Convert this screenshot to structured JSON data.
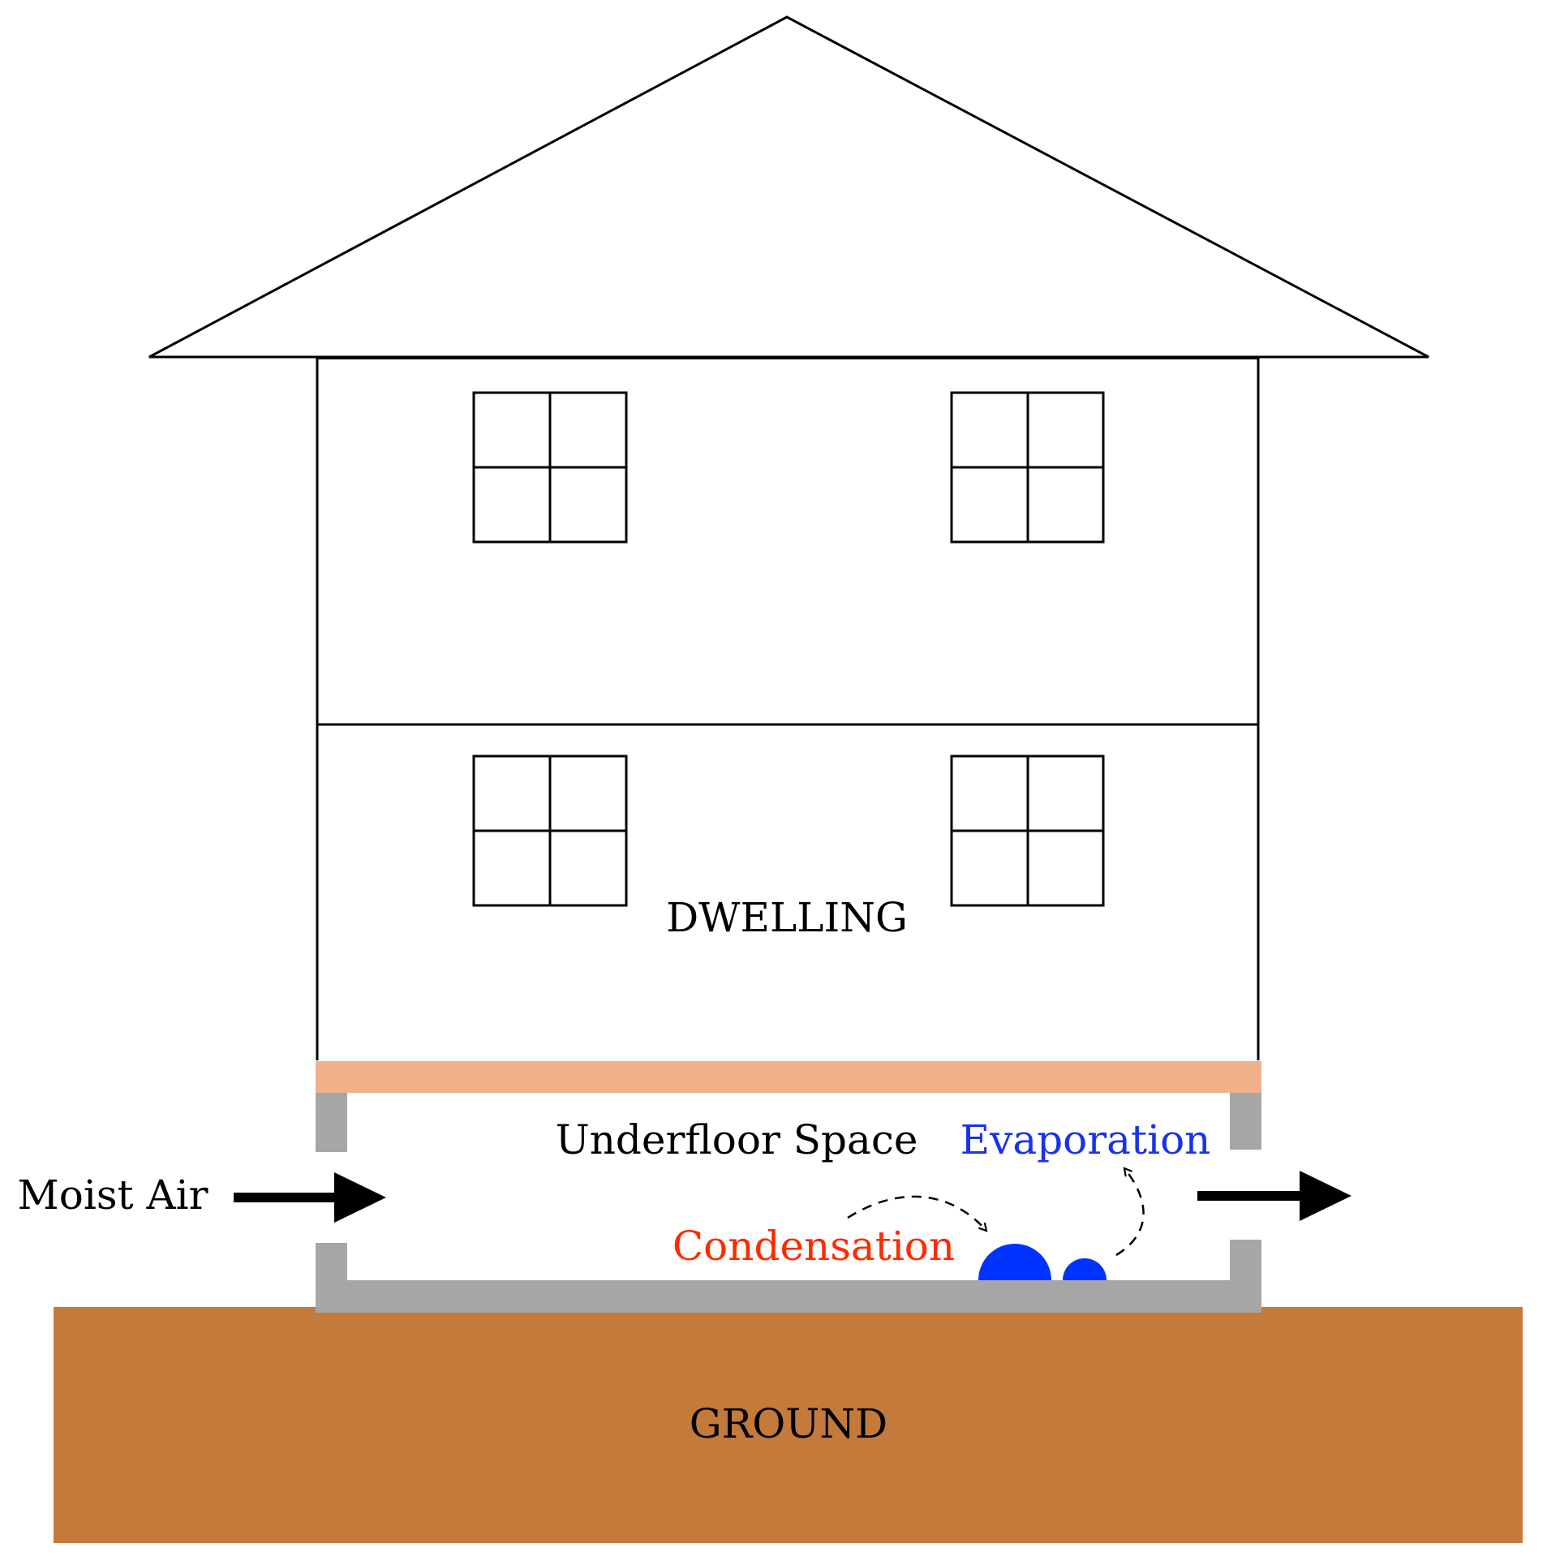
{
  "labels": {
    "dwelling": "DWELLING",
    "underfloor_space": "Underfloor Space",
    "evaporation": "Evaporation",
    "moist_air": "Moist Air",
    "condensation": "Condensation",
    "ground": "GROUND"
  },
  "colors": {
    "outline": "#000000",
    "floor_beam": "#F0B088",
    "foundation": "#A6A6A6",
    "ground": "#C37A3A",
    "water": "#0033FF",
    "condensation_text": "#FF2A00",
    "evaporation_text": "#1A33E6",
    "background": "#FFFFFF"
  }
}
